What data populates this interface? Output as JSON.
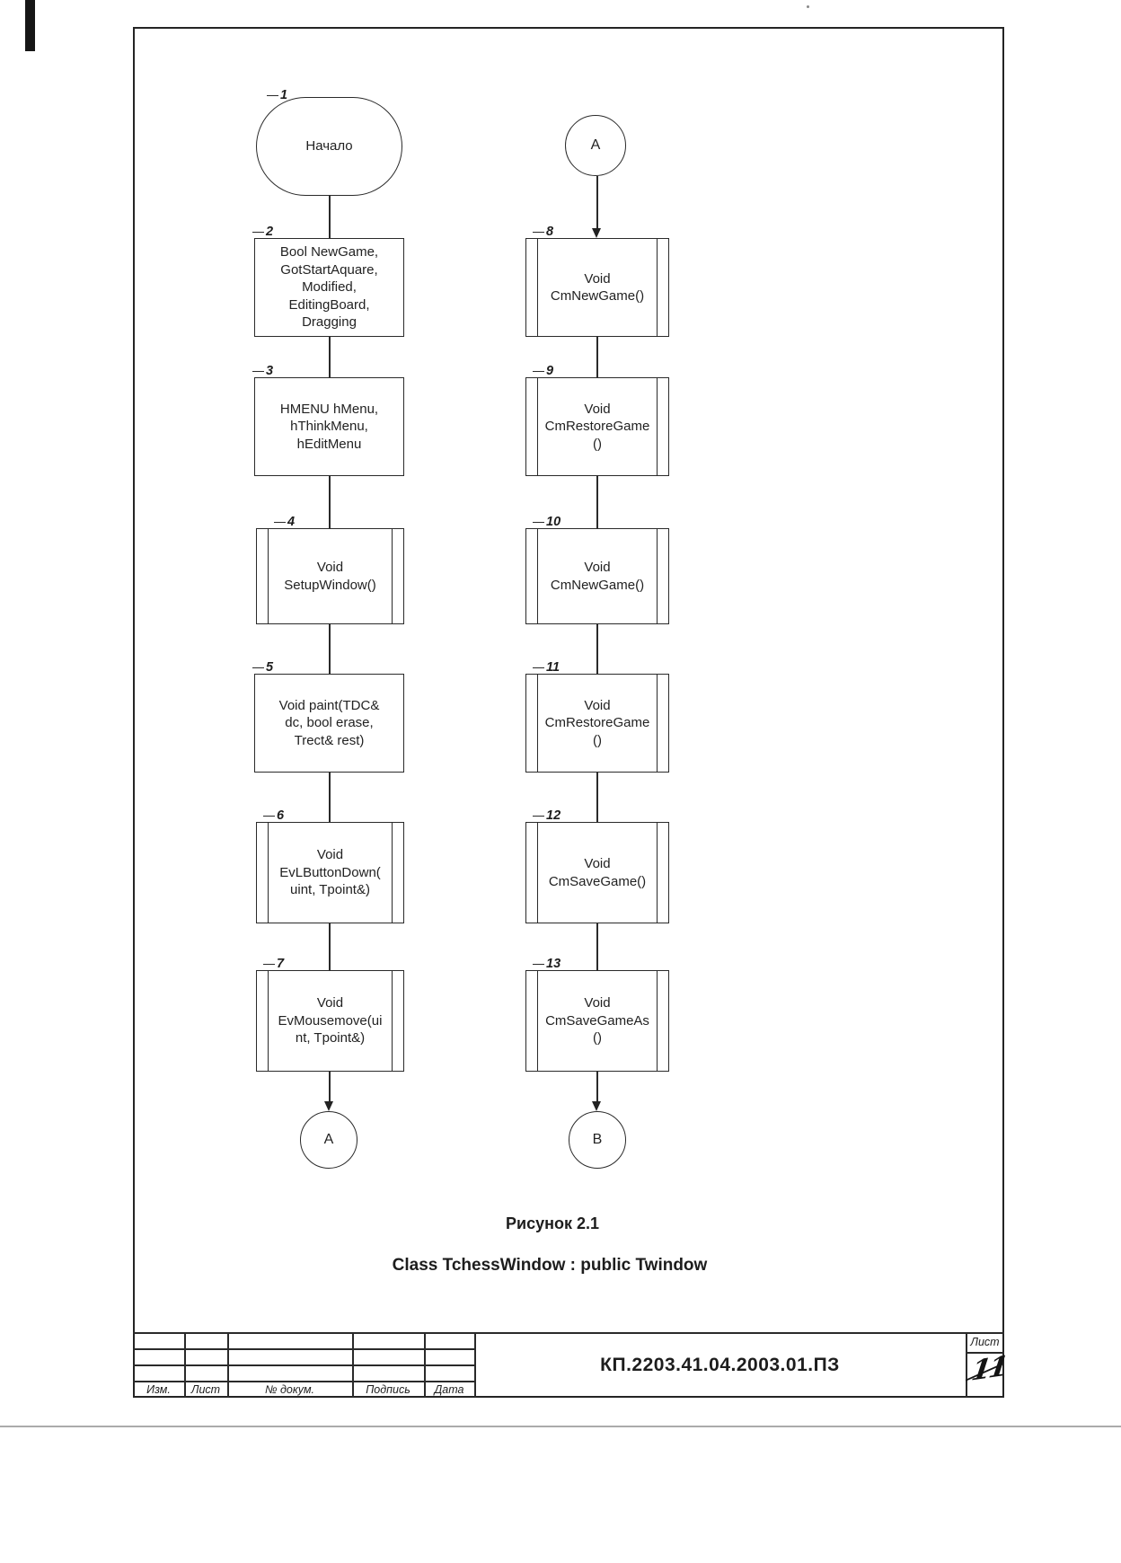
{
  "flowchart": {
    "nodes": [
      {
        "number": "1",
        "type": "terminator",
        "label": "Начало"
      },
      {
        "number": "2",
        "type": "process",
        "label": "Bool NewGame,\nGotStartAquare,\nModified,\nEditingBoard,\nDragging"
      },
      {
        "number": "3",
        "type": "process",
        "label": "HMENU hMenu,\nhThinkMenu,\nhEditMenu"
      },
      {
        "number": "4",
        "type": "predefined",
        "label": "Void\nSetupWindow()"
      },
      {
        "number": "5",
        "type": "process",
        "label": "Void paint(TDC&\ndc, bool erase,\nTrect& rest)"
      },
      {
        "number": "6",
        "type": "predefined",
        "label": "Void\nEvLButtonDown(\nuint, Tpoint&)"
      },
      {
        "number": "7",
        "type": "predefined",
        "label": "Void\nEvMousemove(ui\nnt, Tpoint&)"
      },
      {
        "number": "8",
        "type": "predefined",
        "label": "Void\nCmNewGame()"
      },
      {
        "number": "9",
        "type": "predefined",
        "label": "Void\nCmRestoreGame\n()"
      },
      {
        "number": "10",
        "type": "predefined",
        "label": "Void\nCmNewGame()"
      },
      {
        "number": "11",
        "type": "predefined",
        "label": "Void\nCmRestoreGame\n()"
      },
      {
        "number": "12",
        "type": "predefined",
        "label": "Void\nCmSaveGame()"
      },
      {
        "number": "13",
        "type": "predefined",
        "label": "Void\nCmSaveGameAs\n()"
      }
    ],
    "connectors": [
      {
        "label": "A"
      },
      {
        "label": "A"
      },
      {
        "label": "B"
      }
    ]
  },
  "captions": {
    "figure": "Рисунок 2.1",
    "title": "Class TchessWindow : public Twindow"
  },
  "title_block": {
    "document_code": "КП.2203.41.04.2003.01.ПЗ",
    "labels": {
      "izm": "Изм.",
      "list": "Лист",
      "doc": "№ докум.",
      "podpis": "Подпись",
      "data": "Дата",
      "sheet": "Лист"
    },
    "sheet_value": "11"
  }
}
